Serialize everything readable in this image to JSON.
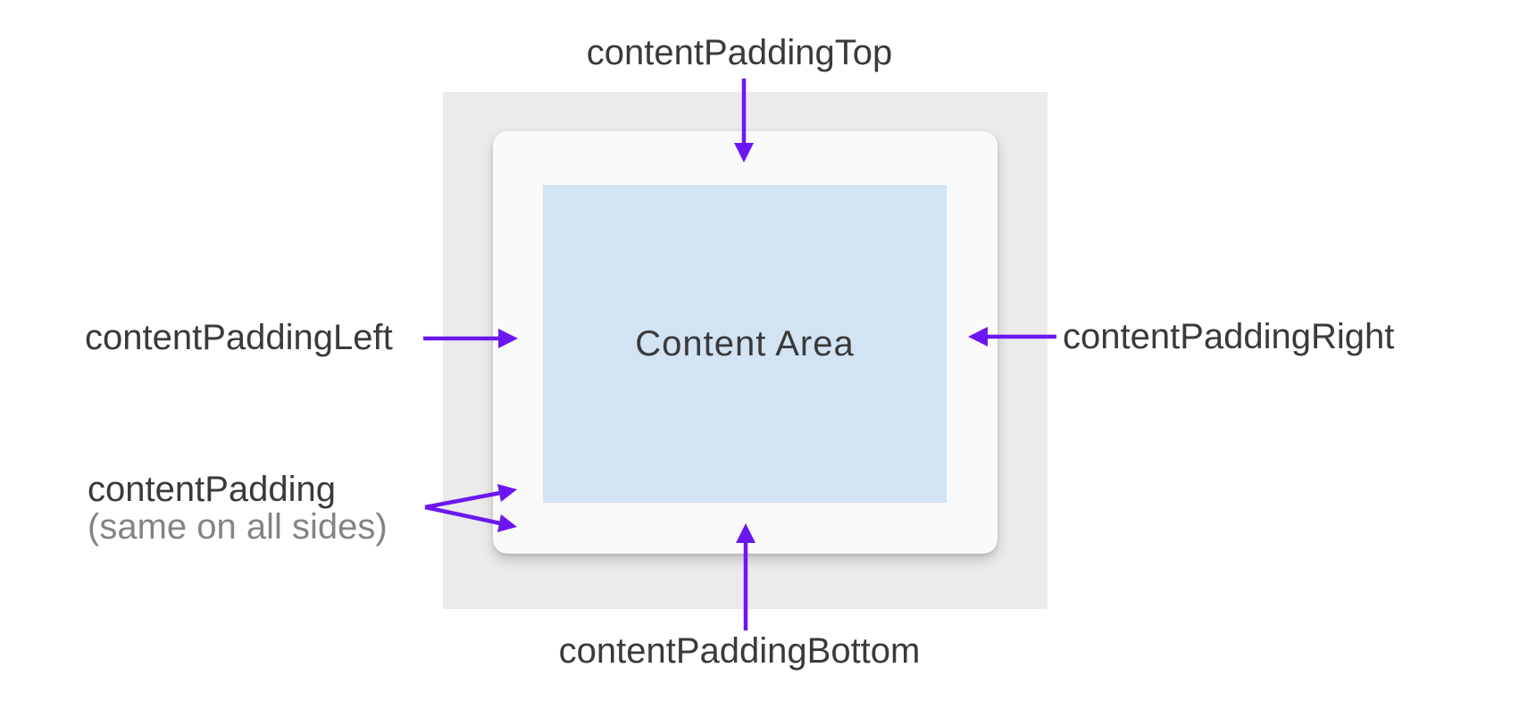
{
  "diagram": {
    "labels": {
      "top": "contentPaddingTop",
      "left": "contentPaddingLeft",
      "right": "contentPaddingRight",
      "bottom": "contentPaddingBottom",
      "all_sides": "contentPadding",
      "all_sides_note": "(same on all sides)",
      "content_area": "Content Area"
    },
    "colors": {
      "arrow_color": "#6C17F2",
      "outer_bg": "#EBEBEB",
      "card_bg": "#FAFAFA",
      "content_bg": "#D2E3F4",
      "label_color": "#3A3A3A",
      "note_color": "#848484",
      "page_bg": "#FFFFFF"
    }
  }
}
